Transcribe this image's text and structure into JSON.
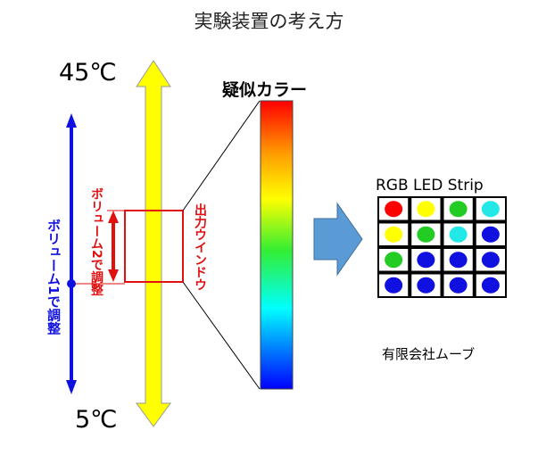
{
  "title": "実験装置の考え方",
  "temperature": {
    "high": "45℃",
    "low": "5℃"
  },
  "pseudo_color": {
    "label": "疑似カラー"
  },
  "volume1": {
    "label": "ボリューム1で調整"
  },
  "volume2": {
    "label": "ボリューム2で調整"
  },
  "output_window": {
    "label": "出力ウインドウ"
  },
  "led_strip": {
    "label": "RGB LED Strip",
    "grid": [
      [
        "#ff0000",
        "#ffff00",
        "#22cc22",
        "#22e8e8"
      ],
      [
        "#ffff00",
        "#22cc22",
        "#22e8e8",
        "#1010e0"
      ],
      [
        "#22cc22",
        "#1010e0",
        "#1010e0",
        "#1010e0"
      ],
      [
        "#1010e0",
        "#1010e0",
        "#1010e0",
        "#1010e0"
      ]
    ]
  },
  "company": "有限会社ムーブ",
  "colors": {
    "volume1": "#1010e0",
    "volume2": "#e01010",
    "temperature_arrow": "#ffff00",
    "flow_arrow": "#5b9bd5"
  }
}
